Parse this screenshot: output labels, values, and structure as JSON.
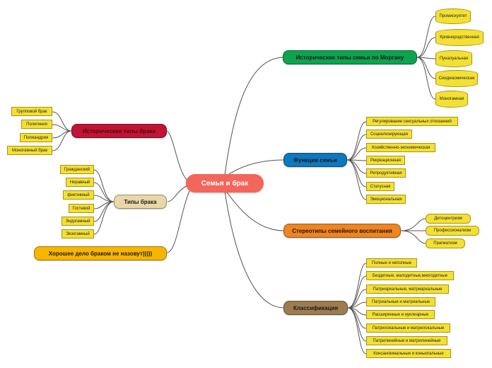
{
  "central": "Семья и брак",
  "colors": {
    "central": "#f2665c",
    "green": "#0ea34f",
    "blue": "#0f77bd",
    "orange": "#f08421",
    "brown": "#9d7c4f",
    "red": "#c21434",
    "beige": "#e9d7a8",
    "gold": "#f7b500",
    "leaf": "#f4e033",
    "line": "#555555"
  },
  "branches": {
    "historical_morgan": {
      "label": "Исторические типы семьи по Моргану",
      "items": [
        "Промискуитет",
        "Кровнородственная",
        "Пуналуальная",
        "Синдиасмическая",
        "Моногамная"
      ]
    },
    "functions": {
      "label": "Функции семьи",
      "items": [
        "Регулирование сексуальных отношений",
        "Социализирующая",
        "Хозяйственно-экономическая",
        "Рекреационная",
        "Репродуктивная",
        "Статусная",
        "Эмоциональная"
      ]
    },
    "stereotypes": {
      "label": "Стереотипы семейного воспитания",
      "items": [
        "Детоцентризм",
        "Профессионализм",
        "Прагматизм"
      ]
    },
    "classification": {
      "label": "Классификация",
      "items": [
        "Полные и неполные",
        "Бездетные, малодетные,многодетные",
        "Патриархальные, матриархальные",
        "Патриальные и матриальные",
        "Расширенные и нуклеарные",
        "Патрилокальные и матрилокальные",
        "Патрилинейные и матрилинейные",
        "Консангвинальные и коньюгальные"
      ]
    },
    "historical_marriage": {
      "label": "Исторические типы брака",
      "items": [
        "Групповой брак",
        "Полигиния",
        "Полиандрия",
        "Моногамный брак"
      ]
    },
    "marriage_types": {
      "label": "Типы брака",
      "items": [
        "Гражданский",
        "Неравный",
        "фиктивный",
        "Гостевой",
        "Эндогамный",
        "Экзогамный"
      ]
    },
    "saying": {
      "label": "Хорошее дело браком не назовут)))))"
    }
  }
}
